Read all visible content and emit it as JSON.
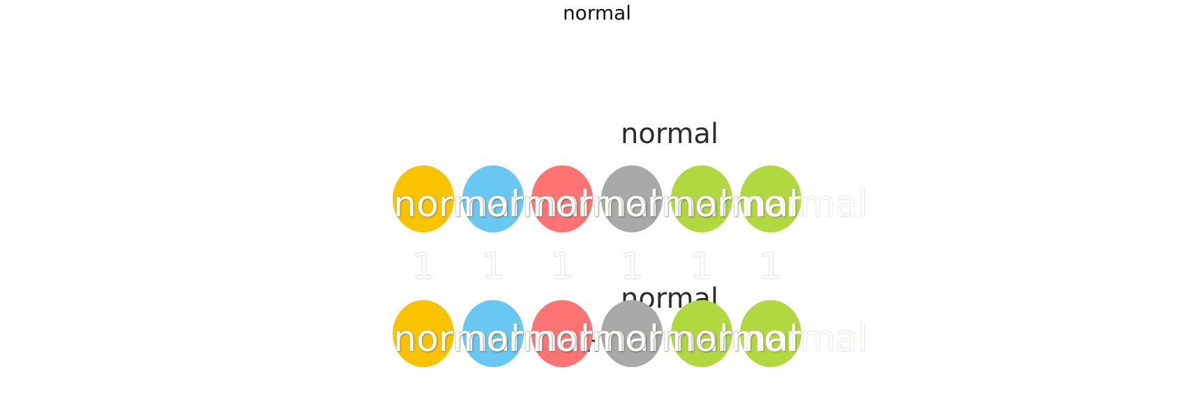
{
  "top_label": "normal",
  "row1": {
    "title": "normal",
    "label": "normal"
  },
  "row2": {
    "title": "normal",
    "label": "normal"
  },
  "numbers": [
    "1",
    "1",
    "1",
    "1",
    "1",
    "1"
  ],
  "stray_text": "n",
  "colors": {
    "yellow": "#f9c300",
    "blue": "#68c8f1",
    "red": "#ff7373",
    "gray": "#a9a9a9",
    "green": "#b2d83f"
  }
}
